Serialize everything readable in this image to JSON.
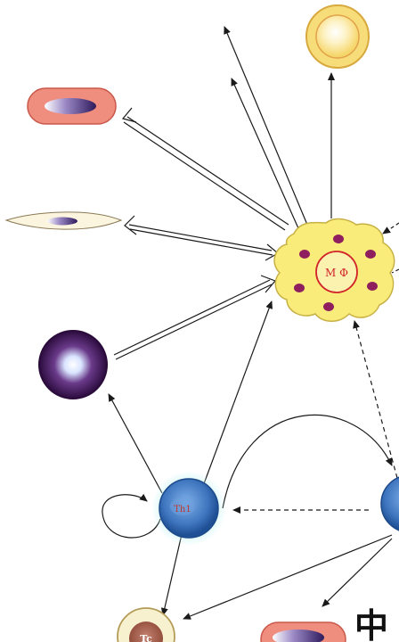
{
  "nodes": {
    "macrophage": "M Φ",
    "th1": "Th1",
    "tc": "Tc",
    "partial_char": "中"
  },
  "colors": {
    "background": "#ffffff",
    "arrow": "#1a1a1a",
    "macrophage_fill": "#f9ec7a",
    "macrophage_dots": "#8e1e5e",
    "th1_fill": "#3f78c0",
    "th1_glow": "#bfeff0",
    "plasma_fill": "#3c1650",
    "red_cell_fill": "#ef8e7e",
    "yellow_cell_fill": "#fbe9a6",
    "tc_fill": "#f8f1cf",
    "tc_nucleus": "#a15a48",
    "label_red": "#d2232a"
  }
}
